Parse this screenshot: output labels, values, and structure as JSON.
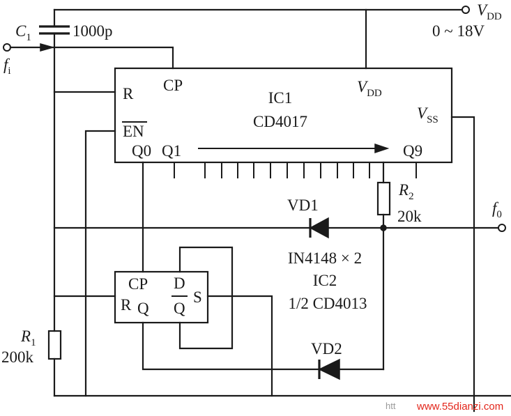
{
  "colors": {
    "ink": "#1a1a1a",
    "background": "#ffffff",
    "watermark_prefix": "#9a9a9a",
    "watermark_site": "#e3261b"
  },
  "supply": {
    "symbol": "V",
    "sub": "DD",
    "range": "0 ~ 18V"
  },
  "input": {
    "symbol": "f",
    "sub": "i"
  },
  "output": {
    "symbol": "f",
    "sub": "0"
  },
  "c1": {
    "symbol": "C",
    "sub": "1",
    "value": "1000p"
  },
  "r1": {
    "symbol": "R",
    "sub": "1",
    "value": "200k"
  },
  "r2": {
    "symbol": "R",
    "sub": "2",
    "value": "20k"
  },
  "vd1": {
    "label": "VD1"
  },
  "vd2": {
    "label": "VD2"
  },
  "diodes": {
    "part": "IN4148 × 2"
  },
  "ic1": {
    "name": "IC1",
    "part": "CD4017",
    "pins": {
      "reset": "R",
      "clock": "CP",
      "vdd_symbol": "V",
      "vdd_sub": "DD",
      "vss_symbol": "V",
      "vss_sub": "SS",
      "enable": "EN",
      "q0": "Q0",
      "q1": "Q1",
      "q9": "Q9"
    }
  },
  "ic2": {
    "name": "IC2",
    "part": "1/2 CD4013",
    "pins": {
      "clock": "CP",
      "reset": "R",
      "q": "Q",
      "d": "D",
      "qbar": "Q",
      "set": "S"
    }
  },
  "watermark": {
    "prefix": "htt",
    "site": "www.55dianzi.com"
  }
}
